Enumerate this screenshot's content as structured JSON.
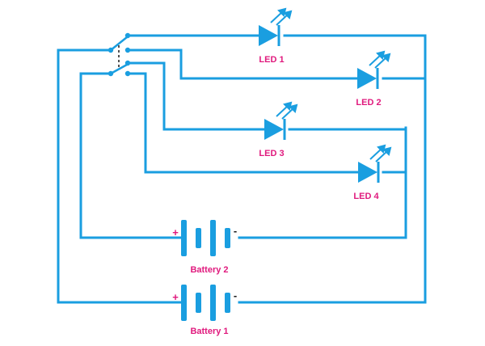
{
  "colors": {
    "wire": "#1a9ee0",
    "label": "#e0197d",
    "plus": "#e0197d",
    "minus": "#1a1a1a",
    "background": "#ffffff"
  },
  "leds": [
    {
      "label": "LED 1"
    },
    {
      "label": "LED 2"
    },
    {
      "label": "LED 3"
    },
    {
      "label": "LED 4"
    }
  ],
  "batteries": [
    {
      "label": "Battery 2",
      "plus": "+",
      "minus": "-"
    },
    {
      "label": "Battery 1",
      "plus": "+",
      "minus": "-"
    }
  ],
  "switch": {
    "type": "double-pole double-throw",
    "icon": "dpdt-switch-icon"
  }
}
